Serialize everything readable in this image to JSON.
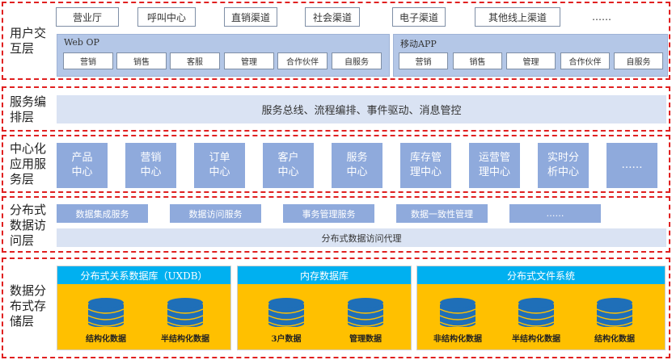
{
  "layers": {
    "interaction": {
      "label": "用户交互层",
      "channels": [
        "营业厅",
        "呼叫中心",
        "直销渠道",
        "社会渠道",
        "电子渠道",
        "其他线上渠道",
        "……"
      ],
      "webop": {
        "title": "Web OP",
        "items": [
          "营销",
          "销售",
          "客服",
          "管理",
          "合作伙伴",
          "自服务"
        ]
      },
      "mobile": {
        "title": "移动APP",
        "items": [
          "营销",
          "销售",
          "管理",
          "合作伙伴",
          "自服务"
        ]
      }
    },
    "orchestration": {
      "label": "服务编排层",
      "bar": "服务总线、流程编排、事件驱动、消息管控"
    },
    "centers": {
      "label": "中心化应用服务层",
      "items": [
        [
          "产品",
          "中心"
        ],
        [
          "营销",
          "中心"
        ],
        [
          "订单",
          "中心"
        ],
        [
          "客户",
          "中心"
        ],
        [
          "服务",
          "中心"
        ],
        [
          "库存管",
          "理中心"
        ],
        [
          "运营管",
          "理中心"
        ],
        [
          "实时分",
          "析中心"
        ],
        [
          "……",
          ""
        ]
      ]
    },
    "data_access": {
      "label": "分布式数据访问层",
      "items": [
        "数据集成服务",
        "数据访问服务",
        "事务管理服务",
        "数据一致性管理",
        "……"
      ],
      "bar": "分布式数据访问代理"
    },
    "storage": {
      "label": "数据分布式存储层",
      "groups": [
        {
          "title": "分布式关系数据库（UXDB）",
          "dbs": [
            "结构化数据",
            "半结构化数据"
          ]
        },
        {
          "title": "内存数据库",
          "dbs": [
            "3户数据",
            "管理数据"
          ]
        },
        {
          "title": "分布式文件系统",
          "dbs": [
            "非结构化数据",
            "半结构化数据",
            "结构化数据"
          ]
        }
      ]
    }
  },
  "colors": {
    "border": "#e02020",
    "panel": "#b4c7e7",
    "center": "#8faadc",
    "bar": "#dae3f3",
    "header": "#00b0f0",
    "storage": "#ffc000",
    "db": "#1f6fb8"
  }
}
